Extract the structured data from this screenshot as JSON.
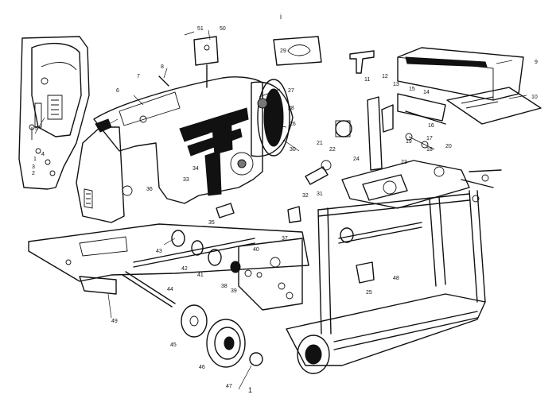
{
  "diagram": {
    "top_mark": "i",
    "bottom_mark": "1",
    "labels": {
      "l1": "1",
      "l2": "2",
      "l3": "3",
      "l4": "4",
      "l5": "5",
      "l6": "6",
      "l7": "7",
      "l8": "8",
      "l9": "9",
      "l10": "10",
      "l11": "11",
      "l12": "12",
      "l13": "13",
      "l14": "14",
      "l15": "15",
      "l16": "16",
      "l17": "17",
      "l18": "18",
      "l19": "19",
      "l20": "20",
      "l21": "21",
      "l22": "22",
      "l23": "23",
      "l24": "24",
      "l25": "25",
      "l26": "26",
      "l27": "27",
      "l28": "28",
      "l29": "29",
      "l30": "30",
      "l31": "31",
      "l32": "32",
      "l33": "33",
      "l34": "34",
      "l35": "35",
      "l36": "36",
      "l37": "37",
      "l38": "38",
      "l39": "39",
      "l40": "40",
      "l41": "41",
      "l42": "42",
      "l43": "43",
      "l44": "44",
      "l45": "45",
      "l46": "46",
      "l47": "47",
      "l48": "48",
      "l49": "49",
      "l50": "50",
      "l51": "51"
    }
  }
}
